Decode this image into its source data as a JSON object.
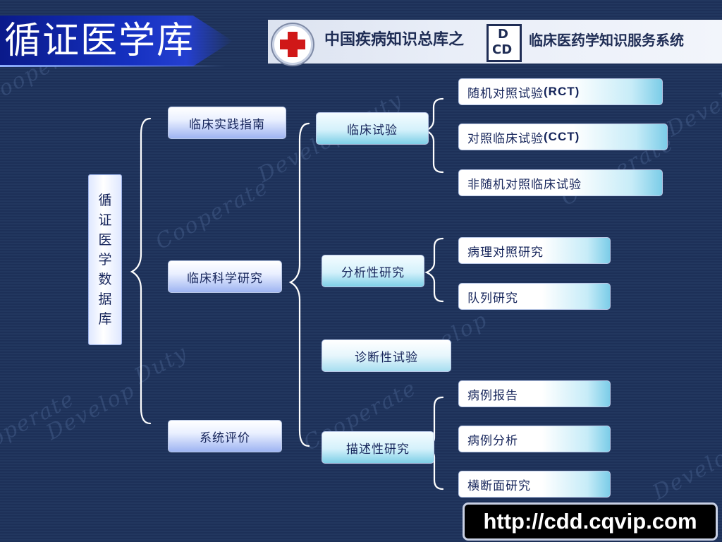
{
  "header": {
    "title": "循证医学库",
    "system_name_left": "中国疾病知识总库之",
    "logo_letters_top": "D",
    "logo_letters_bottom": "CD",
    "system_name_right": "临床医药学知识服务系统"
  },
  "watermark": [
    "Cooperate",
    "Develop",
    "Duty"
  ],
  "root": {
    "chars": [
      "循",
      "证",
      "医",
      "学",
      "数",
      "据",
      "库"
    ]
  },
  "level1": [
    {
      "label": "临床实践指南"
    },
    {
      "label": "临床科学研究"
    },
    {
      "label": "系统评价"
    }
  ],
  "level2": [
    {
      "label": "临床试验"
    },
    {
      "label": "分析性研究"
    },
    {
      "label": "诊断性试验"
    },
    {
      "label": "描述性研究"
    }
  ],
  "level3": [
    {
      "label": "随机对照试验",
      "suffix": "(RCT)"
    },
    {
      "label": "对照临床试验",
      "suffix": "(CCT)"
    },
    {
      "label": "非随机对照临床试验",
      "suffix": ""
    },
    {
      "label": "病理对照研究",
      "suffix": ""
    },
    {
      "label": "队列研究",
      "suffix": ""
    },
    {
      "label": "病例报告",
      "suffix": ""
    },
    {
      "label": "病例分析",
      "suffix": ""
    },
    {
      "label": "横断面研究",
      "suffix": ""
    }
  ],
  "footer": {
    "url": "http://cdd.cqvip.com"
  },
  "colors": {
    "background": "#1d3058",
    "title_bar": "#1530c0",
    "logo_cross": "#d01818",
    "box_text": "#15245a",
    "url_box": "#000000"
  }
}
